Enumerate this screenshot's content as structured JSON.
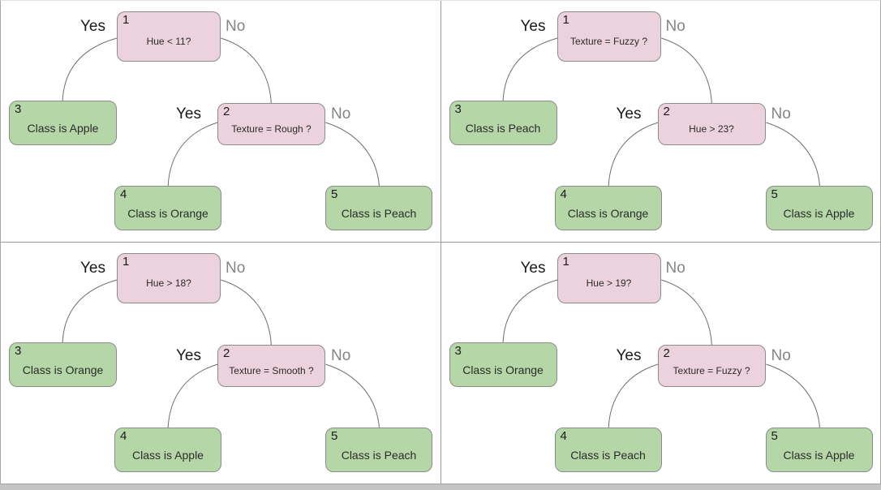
{
  "diagram_type": "decision-trees-2x2-grid",
  "edge_labels": {
    "yes": "Yes",
    "no": "No"
  },
  "colors": {
    "decision_node_fill": "#ecd2dc",
    "leaf_node_fill": "#b5d6a7",
    "node_stroke": "#8c8c8c",
    "edge_stroke": "#6e6e6e",
    "yes_label": "#1a1a1a",
    "no_label": "#858585",
    "panel_border": "#9b9b9b",
    "panel_background": "#ffffff"
  },
  "trees": [
    {
      "position": "top-left",
      "node1": {
        "id": "1",
        "label": "Hue < 11?"
      },
      "node2": {
        "id": "2",
        "label": "Texture = Rough ?"
      },
      "node3": {
        "id": "3",
        "label": "Class is Apple"
      },
      "node4": {
        "id": "4",
        "label": "Class is Orange"
      },
      "node5": {
        "id": "5",
        "label": "Class is Peach"
      }
    },
    {
      "position": "top-right",
      "node1": {
        "id": "1",
        "label": "Texture = Fuzzy ?"
      },
      "node2": {
        "id": "2",
        "label": "Hue > 23?"
      },
      "node3": {
        "id": "3",
        "label": "Class is Peach"
      },
      "node4": {
        "id": "4",
        "label": "Class is Orange"
      },
      "node5": {
        "id": "5",
        "label": "Class is Apple"
      }
    },
    {
      "position": "bottom-left",
      "node1": {
        "id": "1",
        "label": "Hue > 18?"
      },
      "node2": {
        "id": "2",
        "label": "Texture = Smooth ?"
      },
      "node3": {
        "id": "3",
        "label": "Class is Orange"
      },
      "node4": {
        "id": "4",
        "label": "Class is Apple"
      },
      "node5": {
        "id": "5",
        "label": "Class is Peach"
      }
    },
    {
      "position": "bottom-right",
      "node1": {
        "id": "1",
        "label": "Hue > 19?"
      },
      "node2": {
        "id": "2",
        "label": "Texture = Fuzzy ?"
      },
      "node3": {
        "id": "3",
        "label": "Class is Orange"
      },
      "node4": {
        "id": "4",
        "label": "Class is Peach"
      },
      "node5": {
        "id": "5",
        "label": "Class is Apple"
      }
    }
  ]
}
